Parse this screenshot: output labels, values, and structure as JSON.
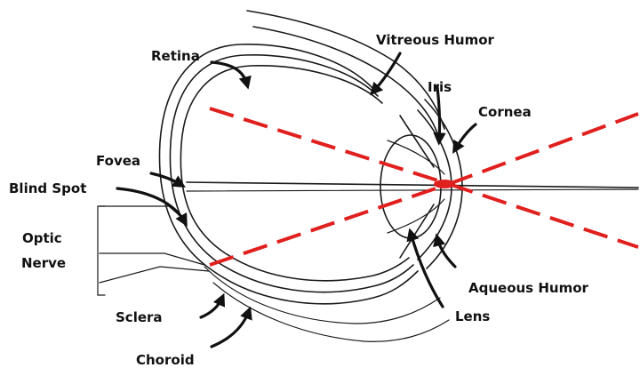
{
  "labels": {
    "retina": "Retina",
    "vitreous_humor": "Vitreous Humor",
    "iris": "Iris",
    "cornea": "Cornea",
    "fovea": "Fovea",
    "blind_spot": "Blind Spot",
    "optic": "Optic",
    "nerve": "Nerve",
    "sclera": "Sclera",
    "choroid": "Choroid",
    "aqueous_humor": "Aqueous Humor",
    "lens": "Lens"
  },
  "colors": {
    "ray": "#e0201e",
    "ink": "#111111",
    "background": "#ffffff"
  }
}
